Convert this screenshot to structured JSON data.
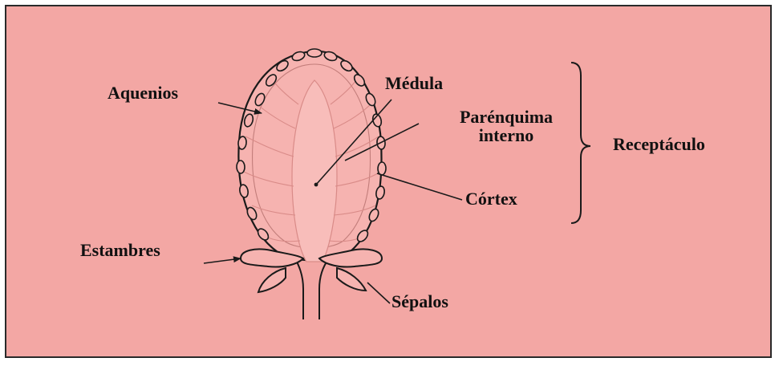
{
  "labels": {
    "aquenios": "Aquenios",
    "medula": "Médula",
    "parenquima_line1": "Parénquima",
    "parenquima_line2": "interno",
    "receptaculo": "Receptáculo",
    "cortex": "Córtex",
    "estambres": "Estambres",
    "sepalos": "Sépalos"
  },
  "colors": {
    "panel_background": "#f3a7a4",
    "border": "#2a2a2a",
    "ink": "#1a1a1a",
    "fruit_fill": "#f6b3b0",
    "vein": "#d98b88"
  }
}
